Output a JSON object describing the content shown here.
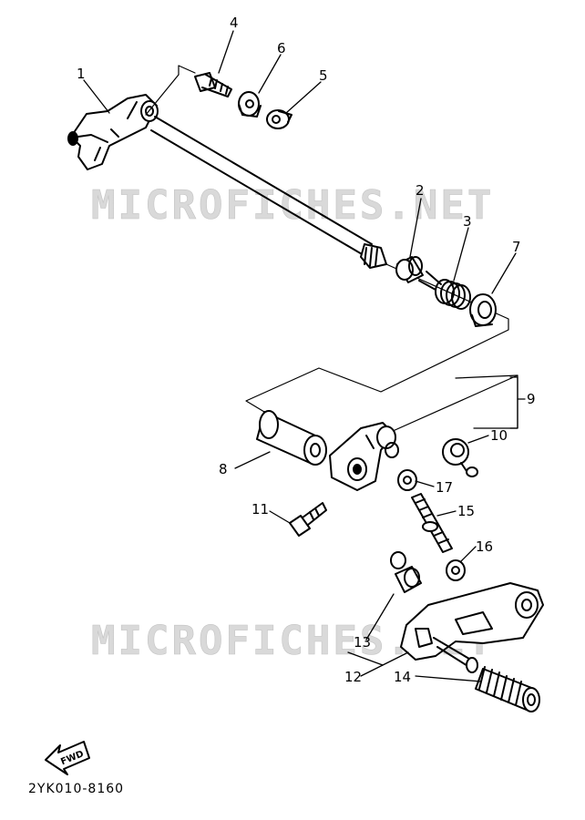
{
  "watermarks": [
    "MICROFICHES.NET",
    "MICROFICHES.NET"
  ],
  "diagram_code": "2YK010-8160",
  "fwd_label": "FWD",
  "callouts": [
    {
      "id": "1",
      "text": "1"
    },
    {
      "id": "2",
      "text": "2"
    },
    {
      "id": "3",
      "text": "3"
    },
    {
      "id": "4",
      "text": "4"
    },
    {
      "id": "5",
      "text": "5"
    },
    {
      "id": "6",
      "text": "6"
    },
    {
      "id": "7",
      "text": "7"
    },
    {
      "id": "8",
      "text": "8"
    },
    {
      "id": "9",
      "text": "9"
    },
    {
      "id": "10",
      "text": "10"
    },
    {
      "id": "11",
      "text": "11"
    },
    {
      "id": "12",
      "text": "12"
    },
    {
      "id": "13",
      "text": "13"
    },
    {
      "id": "14",
      "text": "14"
    },
    {
      "id": "15",
      "text": "15"
    },
    {
      "id": "16",
      "text": "16"
    },
    {
      "id": "17",
      "text": "17"
    }
  ]
}
